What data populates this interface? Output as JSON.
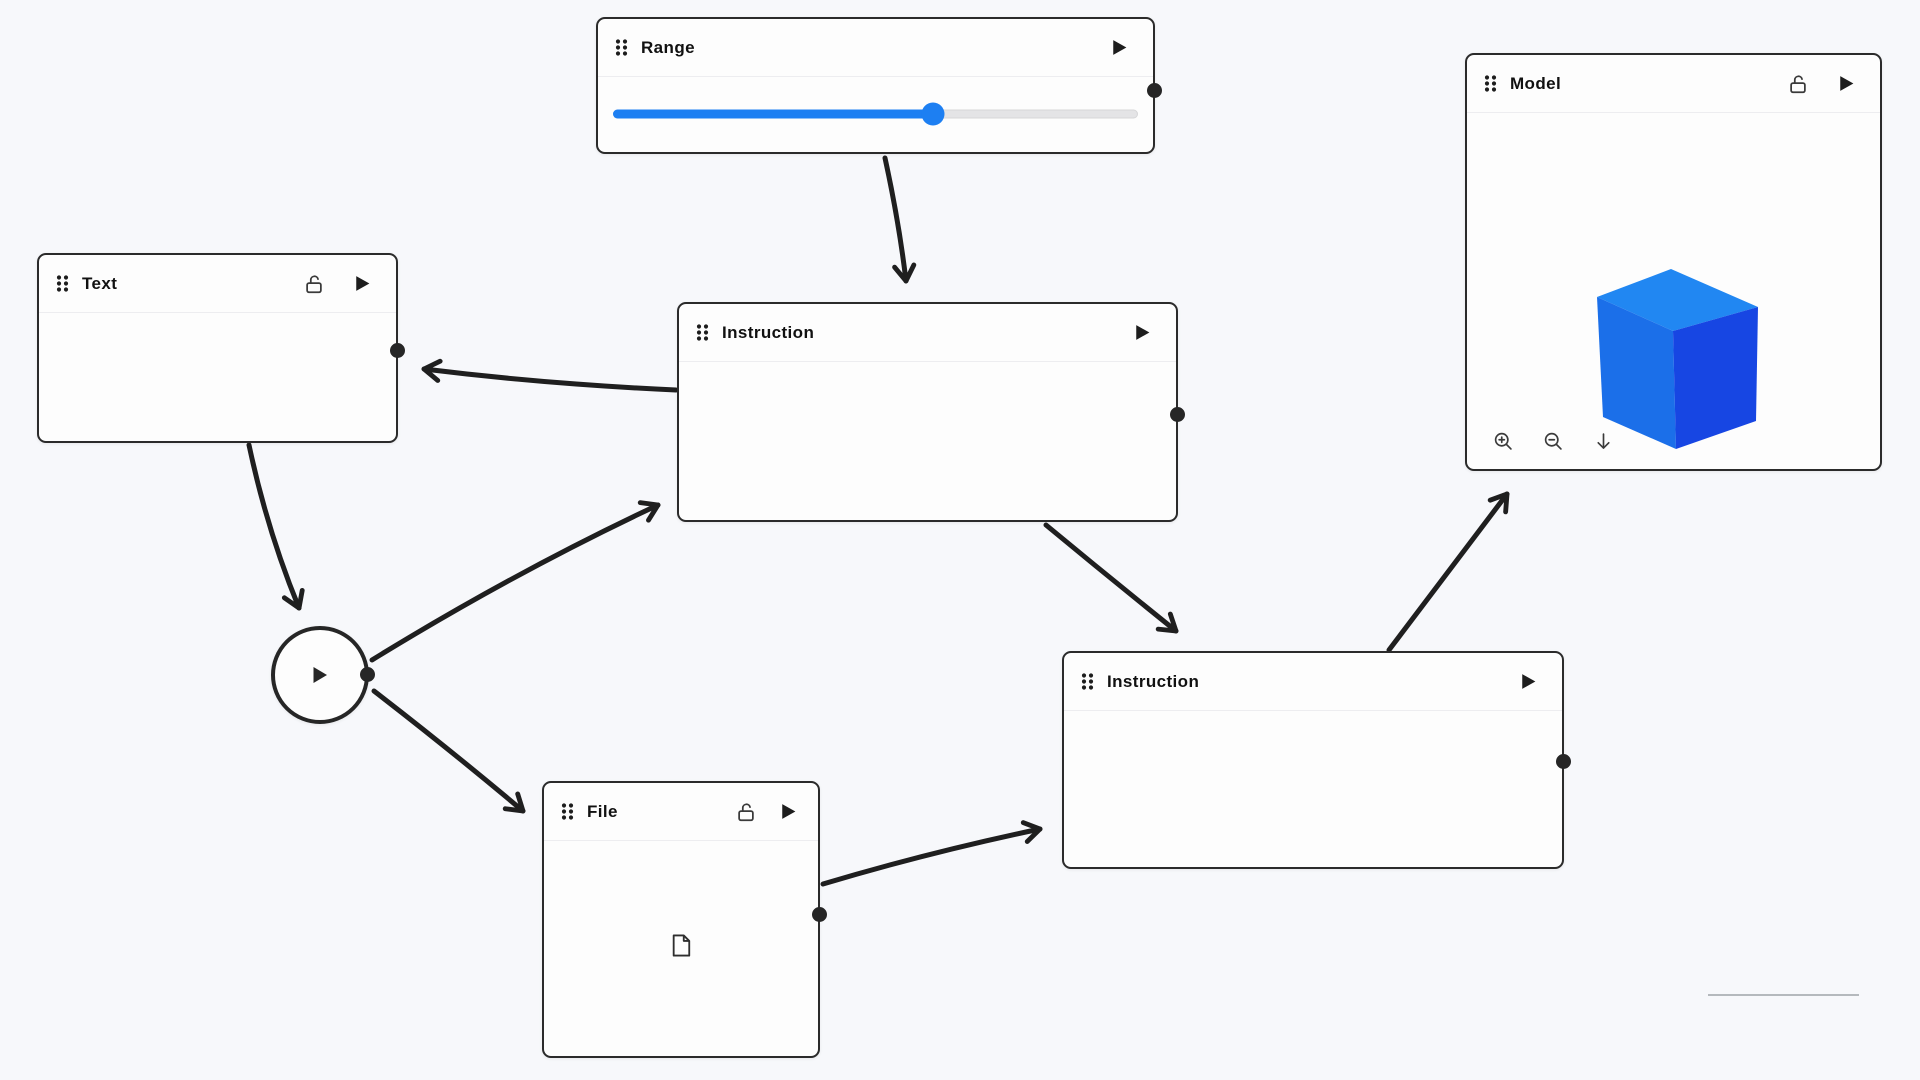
{
  "canvas": {
    "background": "#f7f8fb",
    "ink": "#1f1f1f"
  },
  "nodes": {
    "range": {
      "title": "Range",
      "slider": {
        "value_pct": 61,
        "fill_color": "#1d7ff2",
        "track_color": "#e4e4e6"
      }
    },
    "text": {
      "title": "Text",
      "lock_state": "unlocked"
    },
    "instruction_top": {
      "title": "Instruction"
    },
    "instruction_bottom": {
      "title": "Instruction"
    },
    "file": {
      "title": "File",
      "lock_state": "unlocked"
    },
    "model": {
      "title": "Model",
      "lock_state": "unlocked",
      "cube_colors": {
        "top": "#2187f2",
        "left": "#1b6fe9",
        "right": "#1746e3"
      },
      "tools": [
        "zoom-in",
        "zoom-out",
        "download"
      ]
    },
    "play_circle": {
      "action": "run"
    }
  },
  "edges": [
    {
      "from": "range",
      "to": "instruction-top"
    },
    {
      "from": "instruction-top",
      "to": "text"
    },
    {
      "from": "text",
      "to": "play-circle"
    },
    {
      "from": "play-circle",
      "to": "instruction-top"
    },
    {
      "from": "play-circle",
      "to": "file"
    },
    {
      "from": "instruction-top",
      "to": "instruction-bottom"
    },
    {
      "from": "file",
      "to": "instruction-bottom"
    },
    {
      "from": "instruction-bottom",
      "to": "model"
    }
  ]
}
